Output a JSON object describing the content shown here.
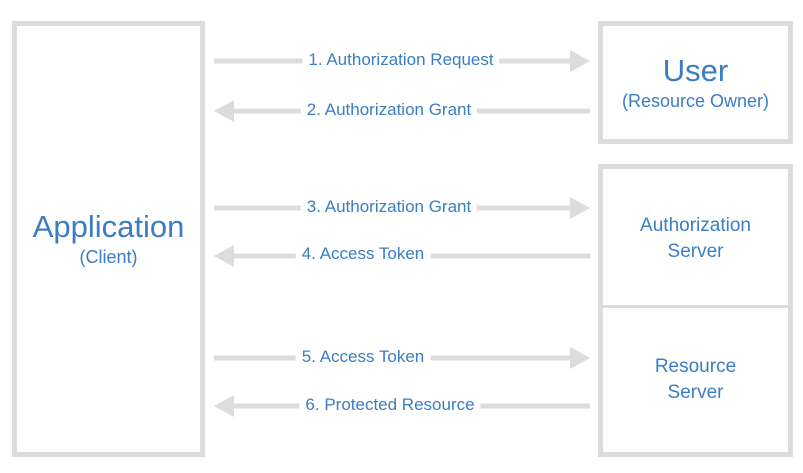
{
  "application": {
    "title": "Application",
    "subtitle": "(Client)"
  },
  "user": {
    "title": "User",
    "subtitle": "(Resource Owner)"
  },
  "authorization_server": {
    "line1": "Authorization",
    "line2": "Server"
  },
  "resource_server": {
    "line1": "Resource",
    "line2": "Server"
  },
  "arrows": [
    {
      "label": "1. Authorization Request",
      "direction": "right"
    },
    {
      "label": "2. Authorization Grant",
      "direction": "left"
    },
    {
      "label": "3. Authorization Grant",
      "direction": "right"
    },
    {
      "label": "4. Access Token",
      "direction": "left"
    },
    {
      "label": "5. Access Token",
      "direction": "right"
    },
    {
      "label": "6. Protected Resource",
      "direction": "left"
    }
  ],
  "colors": {
    "text": "#3a7dc4",
    "line": "#dcdcdc",
    "border": "#dcdcdc"
  }
}
